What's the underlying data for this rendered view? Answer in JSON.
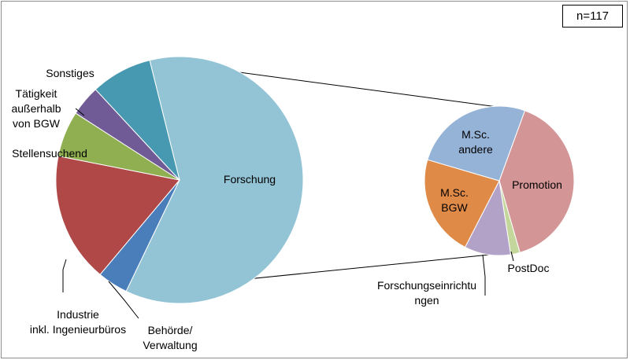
{
  "sample_note": "n=117",
  "chart_data": {
    "type": "pie",
    "title": "",
    "subtitle": "",
    "main_pie": {
      "slices": [
        {
          "key": "forschung",
          "label": "Forschung",
          "value": 0.61,
          "color": "#93c4d6"
        },
        {
          "key": "behoerde",
          "label": [
            "Behörde/",
            "Verwaltung"
          ],
          "value": 0.04,
          "color": "#4a7ebb"
        },
        {
          "key": "industrie",
          "label": [
            "Industrie",
            "inkl. Ingenieurbüros"
          ],
          "value": 0.17,
          "color": "#b04848"
        },
        {
          "key": "stellensuchend",
          "label": "Stellensuchend",
          "value": 0.06,
          "color": "#8faf50"
        },
        {
          "key": "taetigkeit",
          "label": [
            "Tätigkeit",
            "außerhalb",
            "von BGW"
          ],
          "value": 0.04,
          "color": "#715b97"
        },
        {
          "key": "sonstiges",
          "label": "Sonstiges",
          "value": 0.08,
          "color": "#4798b1"
        }
      ]
    },
    "secondary_pie": {
      "parent_slice": "Forschung",
      "slices": [
        {
          "key": "promotion",
          "label": "Promotion",
          "value": 0.4,
          "color": "#d39595"
        },
        {
          "key": "postdoc",
          "label": "PostDoc",
          "value": 0.02,
          "color": "#c3d69b"
        },
        {
          "key": "forschungseinrichtungen",
          "label": [
            "Forschungseinrichtu",
            "ngen"
          ],
          "value": 0.1,
          "color": "#b3a2c7"
        },
        {
          "key": "msc_bgw",
          "label": [
            "M.Sc.",
            "BGW"
          ],
          "value": 0.22,
          "color": "#e08a48"
        },
        {
          "key": "msc_andere",
          "label": [
            "M.Sc.",
            "andere"
          ],
          "value": 0.26,
          "color": "#95b3d7"
        }
      ]
    }
  }
}
